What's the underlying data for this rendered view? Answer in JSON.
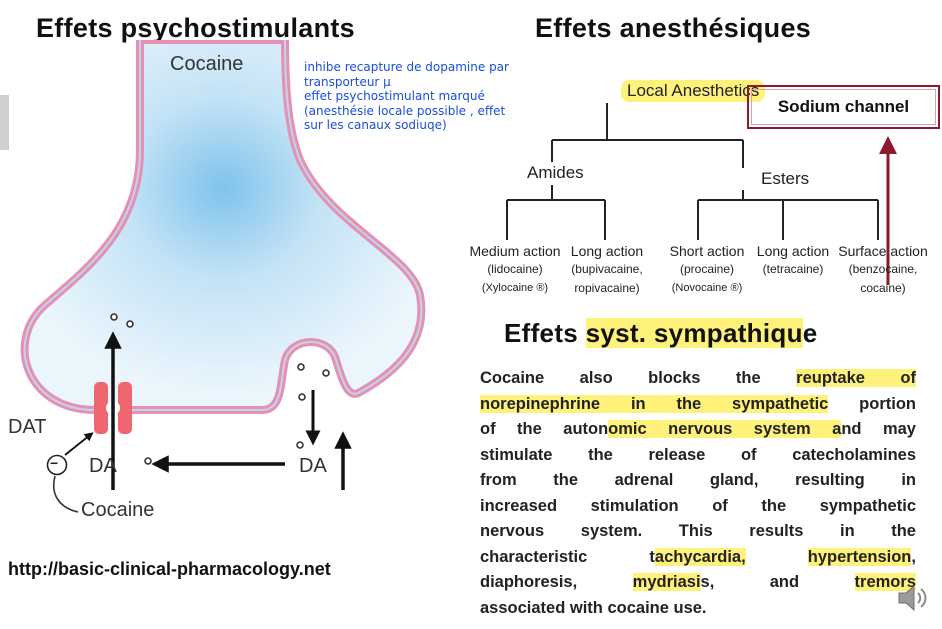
{
  "titles": {
    "left": "Effets psychostimulants",
    "right": "Effets anesthésiques",
    "sympathetic_prefix": "Effets ",
    "sympathetic_highlight": "syst. sympathiqu",
    "sympathetic_suffix": "e"
  },
  "synapse": {
    "top_label": "Cocaine",
    "dat_label": "DAT",
    "da_left": "DA",
    "da_right": "DA",
    "cocaine_bottom": "Cocaine",
    "inhibit_symbol": "−"
  },
  "note": {
    "lines": [
      "inhibe recapture de dopamine par",
      "transporteur µ",
      "effet psychostimulant marqué",
      "(anesthésie locale possible , effet",
      "sur les canaux sodiuqe)"
    ]
  },
  "tree": {
    "root": "Local Anesthetics",
    "sodium_channel": "Sodium channel",
    "amides": "Amides",
    "esters": "Esters",
    "leaves": [
      {
        "title": "Medium action",
        "line2": "(lidocaine)",
        "line3": "(Xylocaine ®)"
      },
      {
        "title": "Long action",
        "line2": "(bupivacaine,",
        "line3": "ropivacaine)"
      },
      {
        "title": "Short action",
        "line2": "(procaine)",
        "line3": "(Novocaine ®)"
      },
      {
        "title": "Long action",
        "line2": "(tetracaine)",
        "line3": ""
      },
      {
        "title": "Surface action",
        "line2": "(benzocaine,",
        "line3": "cocaine)"
      }
    ]
  },
  "paragraph": {
    "l1a": "Cocaine also blocks the ",
    "l1b": "reuptake of",
    "l2a": "norepinephrine in the sympathetic",
    "l2b": " portion",
    "l3a": "of the auton",
    "l3b": "omic nervous system a",
    "l3c": "nd may",
    "l4": "stimulate the release of catecholamines",
    "l5": "from the adrenal gland, resulting in",
    "l6": "increased stimulation of the sympathetic",
    "l7": "nervous system. This results in the",
    "l8a": "characteristic t",
    "l8b": "achycardia,",
    "l8c": " ",
    "l8d": "hypertension",
    "l8e": ",",
    "l9a": "diaphoresis, ",
    "l9b": "mydriasi",
    "l9c": "s, and ",
    "l9d": "tremors",
    "l10": "associated with cocaine use."
  },
  "source": "http://basic-clinical-pharmacology.net",
  "colors": {
    "highlight": "#fff27a",
    "membrane": "#e88fb4",
    "cytoplasm": "#cfe8f7",
    "transporter": "#ee6670",
    "sodium_border": "#8b1a2e",
    "note_text": "#1a4fd6"
  },
  "icons": [
    "speaker-icon"
  ]
}
